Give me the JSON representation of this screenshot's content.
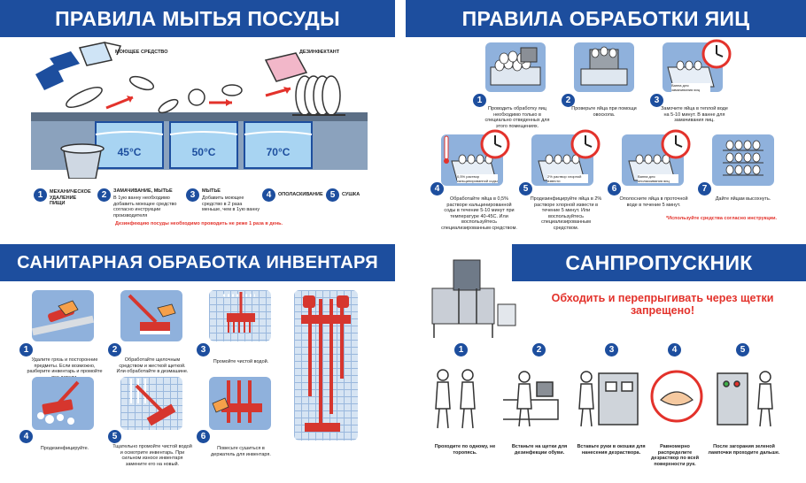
{
  "dish": {
    "title": "ПРАВИЛА МЫТЬЯ ПОСУДЫ",
    "detergent_label": "МОЮЩЕЕ СРЕДСТВО",
    "disinfectant_label": "ДЕЗИНФЕКТАНТ",
    "temps": [
      "45°C",
      "50°C",
      "70°C"
    ],
    "steps": [
      {
        "n": "1",
        "title": "МЕХАНИЧЕСКОЕ УДАЛЕНИЕ ПИЩИ",
        "text": ""
      },
      {
        "n": "2",
        "title": "ЗАМАЧИВАНИЕ, МЫТЬЕ",
        "text": "В 1ую ванну необходимо добавить моющее средство согласно инструкции производителя"
      },
      {
        "n": "3",
        "title": "МЫТЬЕ",
        "text": "Добавить моющее средство в 2 раза меньше, чем в 1ую ванну"
      },
      {
        "n": "4",
        "title": "ОПОЛАСКИВАНИЕ",
        "text": ""
      },
      {
        "n": "5",
        "title": "СУШКА",
        "text": ""
      }
    ],
    "note": "Дезинфекцию посуды необходимо проводить не реже 1 раза в день."
  },
  "eggs": {
    "title": "ПРАВИЛА ОБРАБОТКИ ЯИЦ",
    "steps": [
      {
        "n": "1",
        "text": "Проводить обработку яиц необходимо только в специально отведенных для этого помещениях."
      },
      {
        "n": "2",
        "text": "Проверьте яйца при помощи овоскопа."
      },
      {
        "n": "3",
        "text": "Замочите яйца в теплой воде на 5-10 минут. В ванне для замачивания яиц."
      },
      {
        "n": "4",
        "text": "Обработайте яйца в 0,5% растворе кальцинированной соды в течение 5-10 минут при температуре 40-45С. Или воспользуйтесь специализированным средством."
      },
      {
        "n": "5",
        "text": "Продезинфицируйте яйца в 2% растворе хлорной извести в течение 5 минут. Или воспользуйтесь специализированным средством."
      },
      {
        "n": "6",
        "text": "Ополосните яйца в проточной воде в течение 5 минут."
      },
      {
        "n": "7",
        "text": "Дайте яйцам высохнуть."
      }
    ],
    "tub_labels": [
      "Ванна для замачивания яиц",
      "0,5% раствор кальцинированной соды",
      "2% раствор хлорной извести",
      "Ванна для ополаскивания яиц"
    ],
    "note": "*Используйте средства согласно инструкции."
  },
  "inventory": {
    "title": "САНИТАРНАЯ ОБРАБОТКА ИНВЕНТАРЯ",
    "steps": [
      {
        "n": "1",
        "text": "Удалите грязь и посторонние предметы. Если возможно, разберите инвентарь и промойте все детали."
      },
      {
        "n": "2",
        "text": "Обработайте щелочным средством и жесткой щеткой. Или обработайте в дезмашине."
      },
      {
        "n": "3",
        "text": "Промойте чистой водой."
      },
      {
        "n": "4",
        "text": "Продезинфицируйте."
      },
      {
        "n": "5",
        "text": "Тщательно промойте чистой водой и осмотрите инвентарь. При сильном износе инвентаря замените его на новый."
      },
      {
        "n": "6",
        "text": "Повесьте сушиться в держатель для инвентаря."
      }
    ]
  },
  "checkpoint": {
    "title": "САНПРОПУСКНИК",
    "warning": "Обходить и перепрыгивать через щетки запрещено!",
    "steps": [
      {
        "n": "1",
        "text": "Проходите по одному, не торопясь."
      },
      {
        "n": "2",
        "text": "Встаньте на щетки для дезинфекции обуви."
      },
      {
        "n": "3",
        "text": "Вставьте руки в окошки для нанесения дезраствора."
      },
      {
        "n": "4",
        "text": "Равномерно распределите дезраствор по всей поверхности рук."
      },
      {
        "n": "5",
        "text": "После загорания зеленой лампочки проходите дальше."
      }
    ]
  }
}
